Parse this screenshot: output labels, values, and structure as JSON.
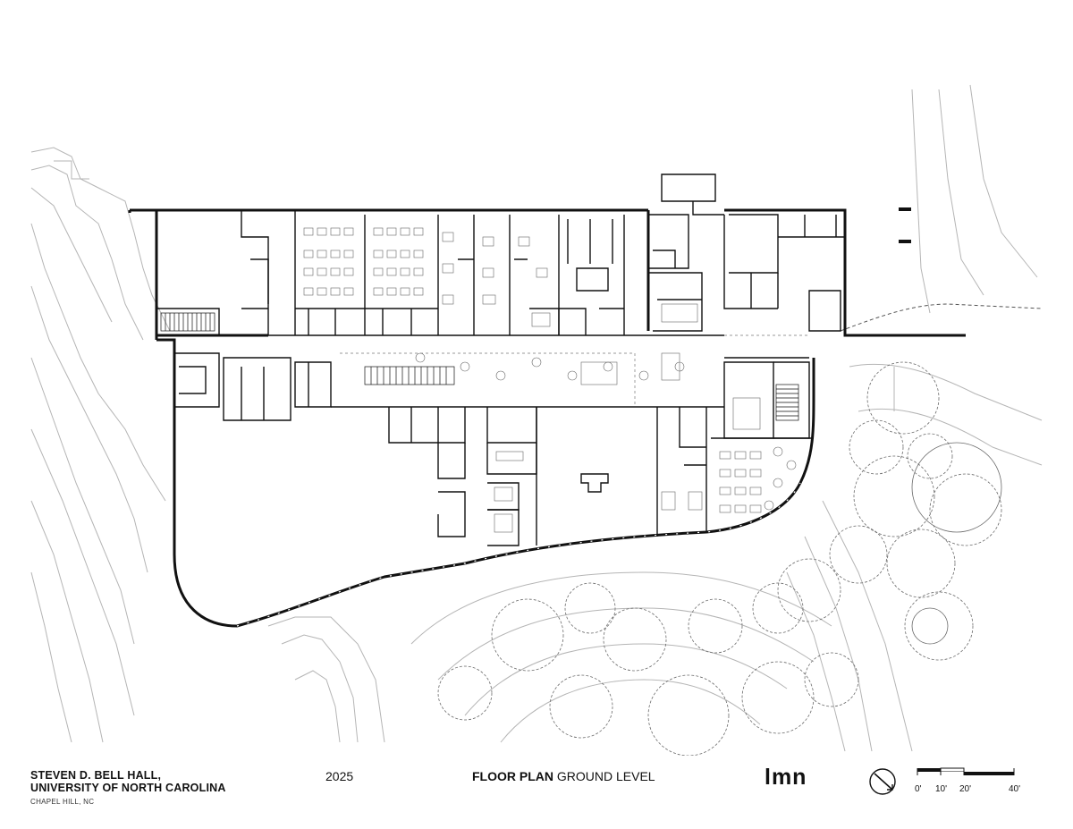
{
  "title_block": {
    "project_line1": "STEVEN D. BELL HALL,",
    "project_line2": "UNIVERSITY OF NORTH CAROLINA",
    "location": "CHAPEL HILL, NC",
    "year": "2025",
    "plan_title_bold": "FLOOR PLAN",
    "plan_title_rest": "GROUND LEVEL",
    "firm_logo": "lmn"
  },
  "north_arrow": {
    "icon": "north-arrow-icon"
  },
  "scale_bar": {
    "ticks": [
      "0'",
      "10'",
      "20'",
      "40'"
    ]
  },
  "colors": {
    "line": "#111111",
    "site_line": "#b5b5b5",
    "tree": "#6a6a6a"
  }
}
